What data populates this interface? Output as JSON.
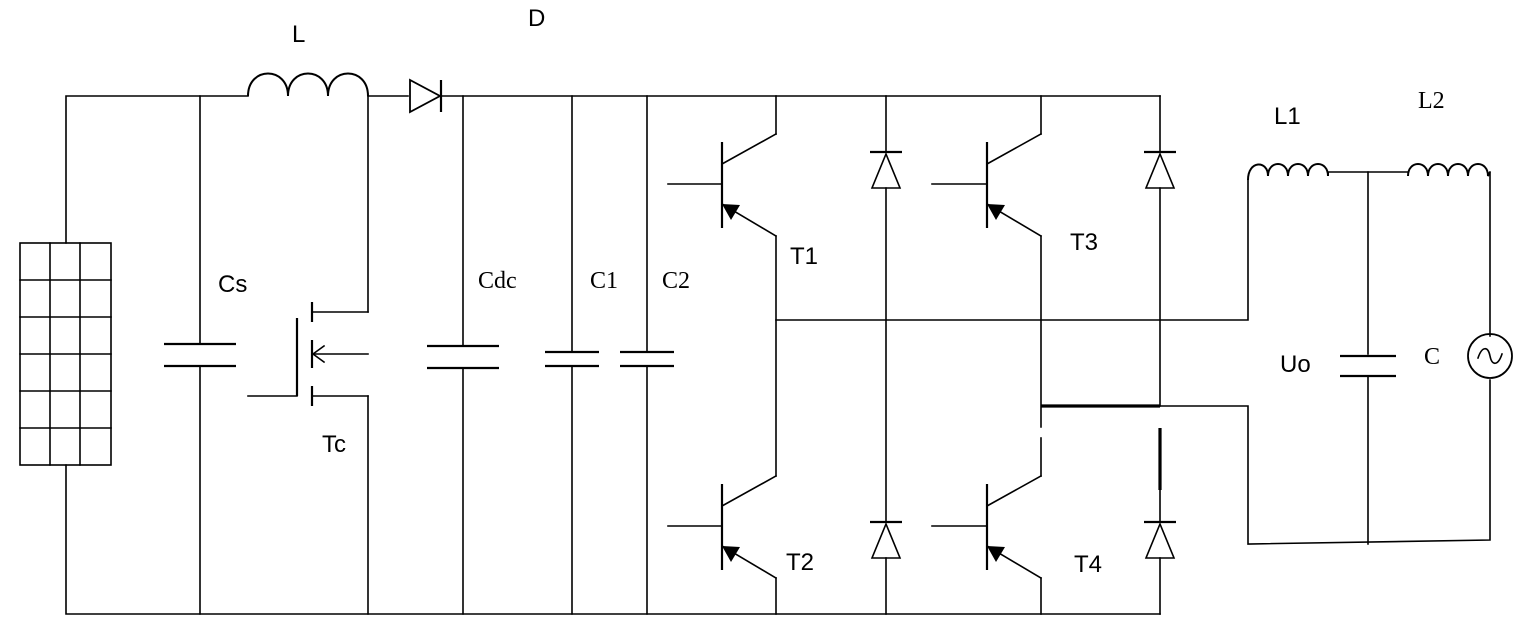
{
  "labels": {
    "L": "L",
    "D": "D",
    "Cs": "Cs",
    "Tc": "Tc",
    "Cdc": "Cdc",
    "C1": "C1",
    "C2": "C2",
    "T1": "T1",
    "T2": "T2",
    "T3": "T3",
    "T4": "T4",
    "L1": "L1",
    "L2": "L2",
    "Uo": "Uo",
    "C": "C"
  },
  "icons": {
    "pv_panel": "solar-panel-icon",
    "ac_source": "ac-source-icon",
    "diode": "diode-icon",
    "capacitor": "capacitor-icon",
    "inductor": "inductor-icon",
    "transistor": "bjt-transistor-icon",
    "mosfet": "mosfet-icon"
  }
}
